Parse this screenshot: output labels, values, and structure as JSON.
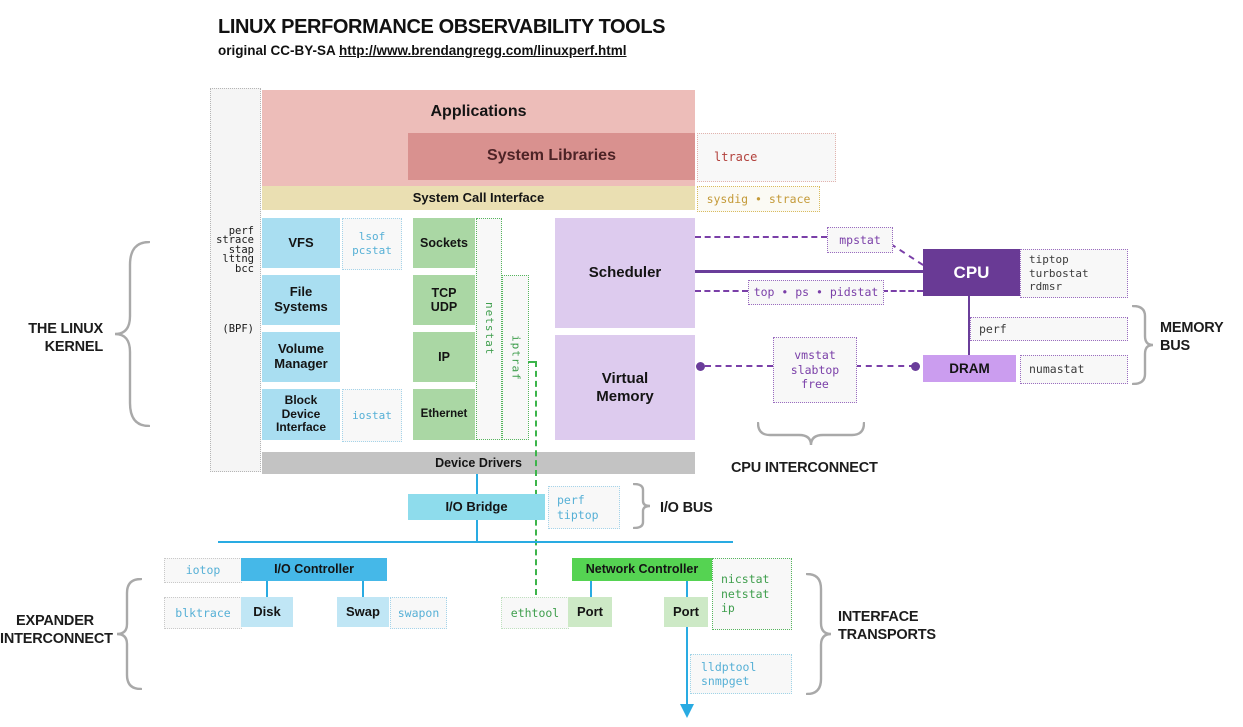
{
  "header": {
    "title": "LINUX PERFORMANCE OBSERVABILITY TOOLS",
    "credit_prefix": "original CC-BY-SA ",
    "credit_link": "http://www.brendangregg.com/linuxperf.html"
  },
  "kernel": {
    "tracers": "perf\nstrace\nstap\nlttng\nbcc",
    "bpf": "(BPF)",
    "layers": {
      "applications": "Applications",
      "system_libraries": "System Libraries",
      "syscall_interface": "System Call Interface",
      "device_drivers": "Device Drivers"
    },
    "storage_stack": [
      "VFS",
      "File\nSystems",
      "Volume\nManager",
      "Block\nDevice\nInterface"
    ],
    "network_stack": [
      "Sockets",
      "TCP\nUDP",
      "IP",
      "Ethernet"
    ],
    "cpu_stack": [
      "Scheduler",
      "Virtual\nMemory"
    ]
  },
  "hardware": {
    "cpu": "CPU",
    "dram": "DRAM",
    "io_bridge": "I/O Bridge",
    "io_controller": "I/O Controller",
    "disk": "Disk",
    "swap": "Swap",
    "network_controller": "Network Controller",
    "port_left": "Port",
    "port_right": "Port"
  },
  "tools": {
    "ltrace": "ltrace",
    "sysdig_strace": "sysdig • strace",
    "lsof_pcstat": "lsof\npcstat",
    "iostat": "iostat",
    "netstat_vertical": "netstat",
    "iptraf_vertical": "iptraf",
    "mpstat": "mpstat",
    "top_ps_pidstat": "top • ps • pidstat",
    "cpu_tools": "tiptop\nturbostat\nrdmsr",
    "memory_bus_perf": "perf",
    "numastat": "numastat",
    "vm_tools": "vmstat\nslabtop\nfree",
    "io_bus_tools": "perf\ntiptop",
    "iotop": "iotop",
    "blktrace": "blktrace",
    "swapon": "swapon",
    "ethtool": "ethtool",
    "nic_tools": "nicstat\nnetstat\nip",
    "lldp_tools": "lldptool\nsnmpget"
  },
  "annotations": {
    "linux_kernel": "THE LINUX\nKERNEL",
    "memory_bus": "MEMORY\nBUS",
    "cpu_interconnect": "CPU INTERCONNECT",
    "io_bus": "I/O BUS",
    "expander_interconnect": "EXPANDER\nINTERCONNECT",
    "interface_transports": "INTERFACE\nTRANSPORTS"
  },
  "colors": {
    "app_pink": "#edbdb9",
    "libs_rose": "#d9918f",
    "syscall_tan": "#eadfb2",
    "kernel_blue": "#a9def1",
    "kernel_green": "#aad7a4",
    "kernel_purple": "#ddcbee",
    "cpu_purple": "#693a95",
    "dram_purple": "#cb9def",
    "driver_gray": "#c3c3c3",
    "bridge_cyan": "#8edcec",
    "controller_blue": "#45b8e8",
    "disk_blue": "#c0e6f5",
    "net_green": "#55d352",
    "port_green": "#cde9c6",
    "line_cyan": "#29abe2",
    "line_purple": "#6a3d9a",
    "dashed_green": "#3cb44a"
  }
}
